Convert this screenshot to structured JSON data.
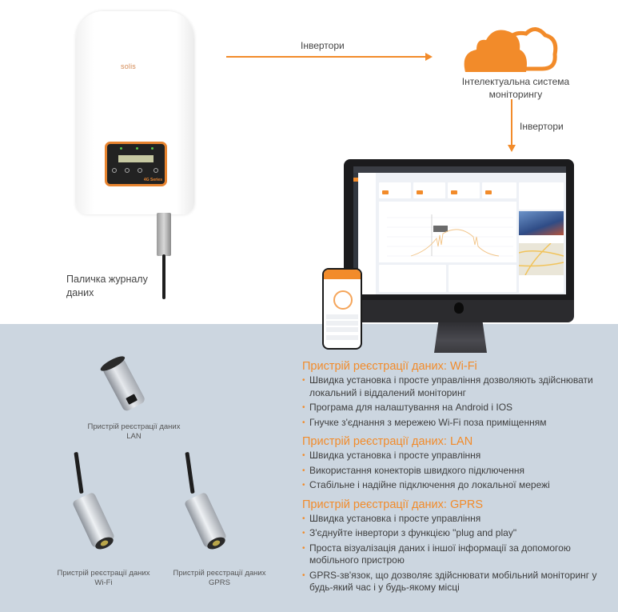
{
  "colors": {
    "accent": "#f28b2a",
    "band_background": "#ccd6e0",
    "text": "#3e3e3e"
  },
  "inverter": {
    "brand": "solis",
    "series_badge": "4G Series",
    "stick_label": "Паличка журналу даних"
  },
  "flow": {
    "arrow_label_1": "Інвертори",
    "cloud_label": "Інтелектуальна система моніторингу",
    "arrow_label_2": "Інвертори"
  },
  "devices": [
    {
      "caption_line1": "Пристрій реєстрації даних",
      "caption_line2": "LAN"
    },
    {
      "caption_line1": "Пристрій реєстрації даних",
      "caption_line2": "Wi-Fi"
    },
    {
      "caption_line1": "Пристрій реєстрації даних",
      "caption_line2": "GPRS"
    }
  ],
  "features": [
    {
      "title": "Пристрій реєстрації даних:  Wi-Fi",
      "items": [
        "Швидка установка і просте управління дозволяють здійснювати локальний і віддалений моніторинг",
        "Програма для налаштування на Android і IOS",
        "Гнучке з'єднання з мережею Wi-Fi поза приміщенням"
      ]
    },
    {
      "title": "Пристрій реєстрації даних: LAN",
      "items": [
        "Швидка установка і просте управління",
        "Використання конекторів швидкого підключення",
        "Стабільне і надійне підключення до локальної мережі"
      ]
    },
    {
      "title": "Пристрій реєстрації даних: GPRS",
      "items": [
        "Швидка установка і просте управління",
        "З'єднуйте інвертори з функцією \"plug and play\"",
        "Проста візуалізація даних і іншої інформації за допомогою мобільного пристрою",
        "GPRS-зв'язок, що дозволяє здійснювати мобільний моніторинг у будь-який час і у будь-якому місці"
      ]
    }
  ]
}
